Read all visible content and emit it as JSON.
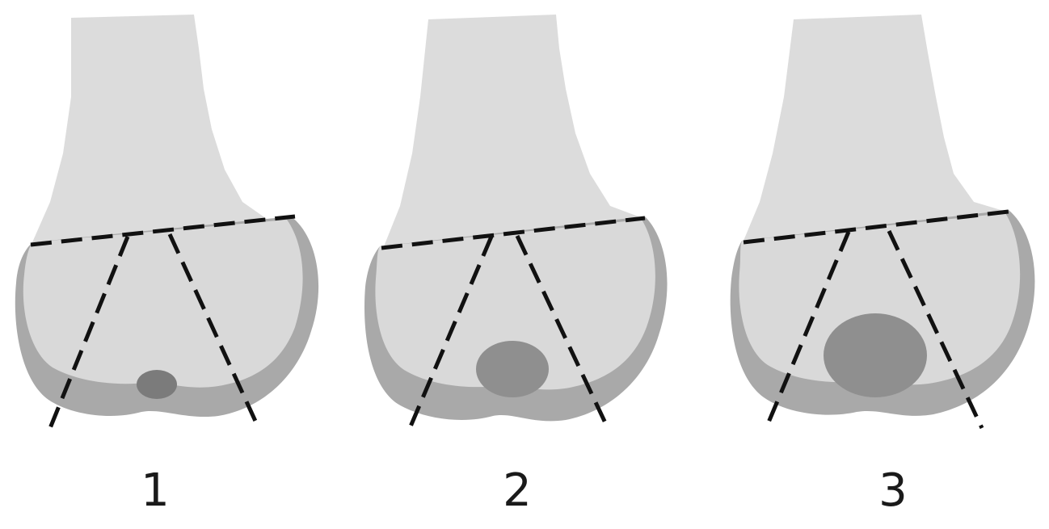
{
  "stages": [
    {
      "label": "1",
      "lesion_size": "small"
    },
    {
      "label": "2",
      "lesion_size": "medium"
    },
    {
      "label": "3",
      "lesion_size": "large"
    }
  ],
  "colors": {
    "bone": "#dcdcdc",
    "cartilage_rim": "#a9a9a9",
    "lesion": "#7b7b7b",
    "lines": "#111111"
  }
}
